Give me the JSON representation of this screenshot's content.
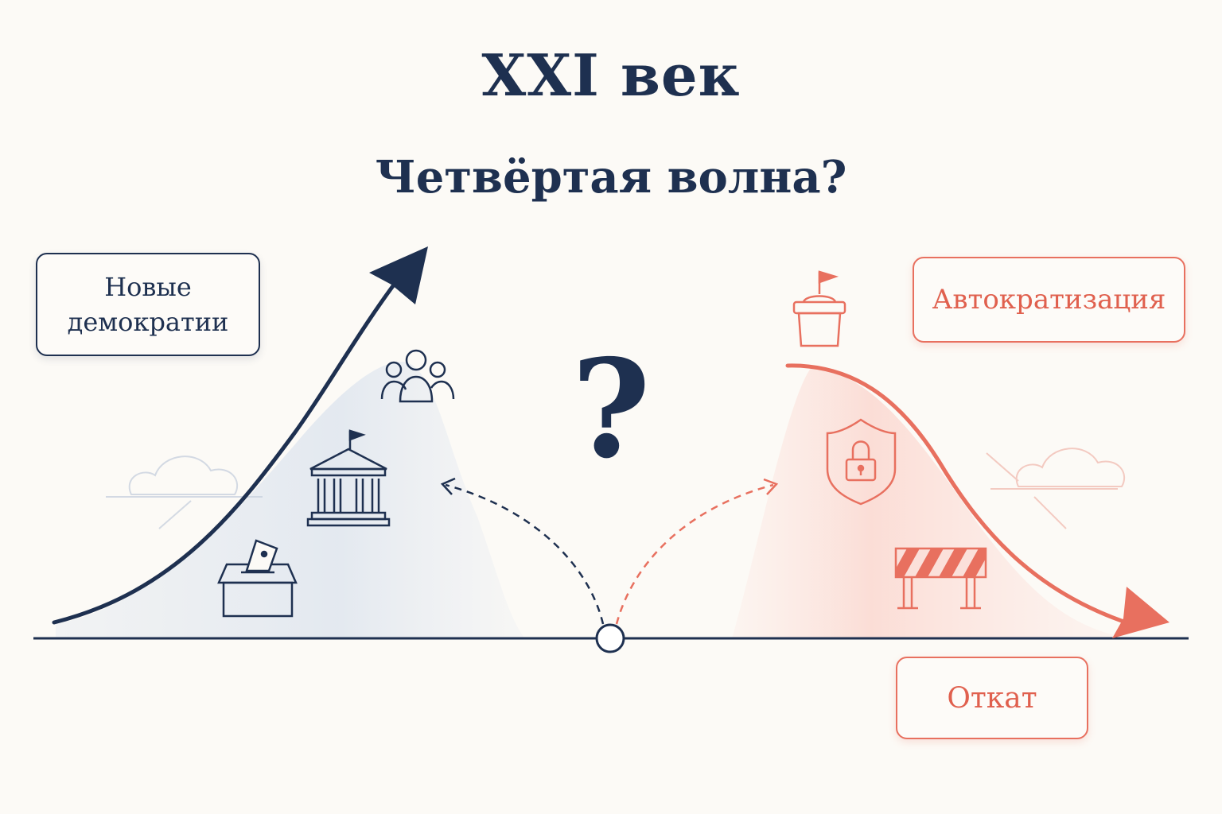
{
  "title": "XXI век",
  "subtitle": "Четвёртая волна?",
  "labels": {
    "new_democracies": "Новые демократии",
    "autocratization": "Автократизация",
    "rollback": "Откат"
  },
  "center_mark": "?",
  "colors": {
    "navy": "#1e3050",
    "coral": "#e8705f",
    "background": "#fcfaf6"
  },
  "icons": {
    "left": [
      "ballot-box-icon",
      "government-building-icon",
      "people-group-icon",
      "cloud-icon"
    ],
    "right": [
      "podium-flag-icon",
      "shield-lock-icon",
      "road-barrier-icon",
      "cloud-icon"
    ]
  }
}
